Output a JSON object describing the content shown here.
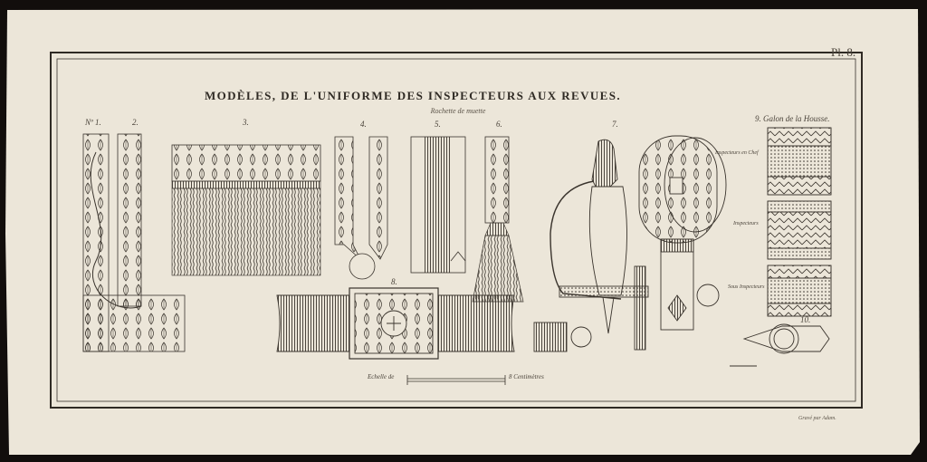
{
  "plate": {
    "number": "Pl. 8.",
    "title": "MODÈLES, DE L'UNIFORME DES INSPECTEURS AUX REVUES.",
    "subtitle": "Rochette de muette",
    "credit": "Gravé par Adam."
  },
  "figures": {
    "fig1": "Nº 1.",
    "fig2": "2.",
    "fig3": "3.",
    "fig4": "4.",
    "fig5": "5.",
    "fig6": "6.",
    "fig7": "7.",
    "fig8": "8.",
    "fig9": "9. Galon de la Housse.",
    "fig10": "10."
  },
  "galon_labels": {
    "chief": "Inspecteurs en Chef",
    "inspectors": "Inspecteurs",
    "sub": "Sous Inspecteurs"
  },
  "scale": {
    "left": "Echelle de",
    "right": "8 Centimètres"
  },
  "colors": {
    "paper": "#ece6d9",
    "ink": "#3a342d",
    "background": "#120e0c"
  }
}
